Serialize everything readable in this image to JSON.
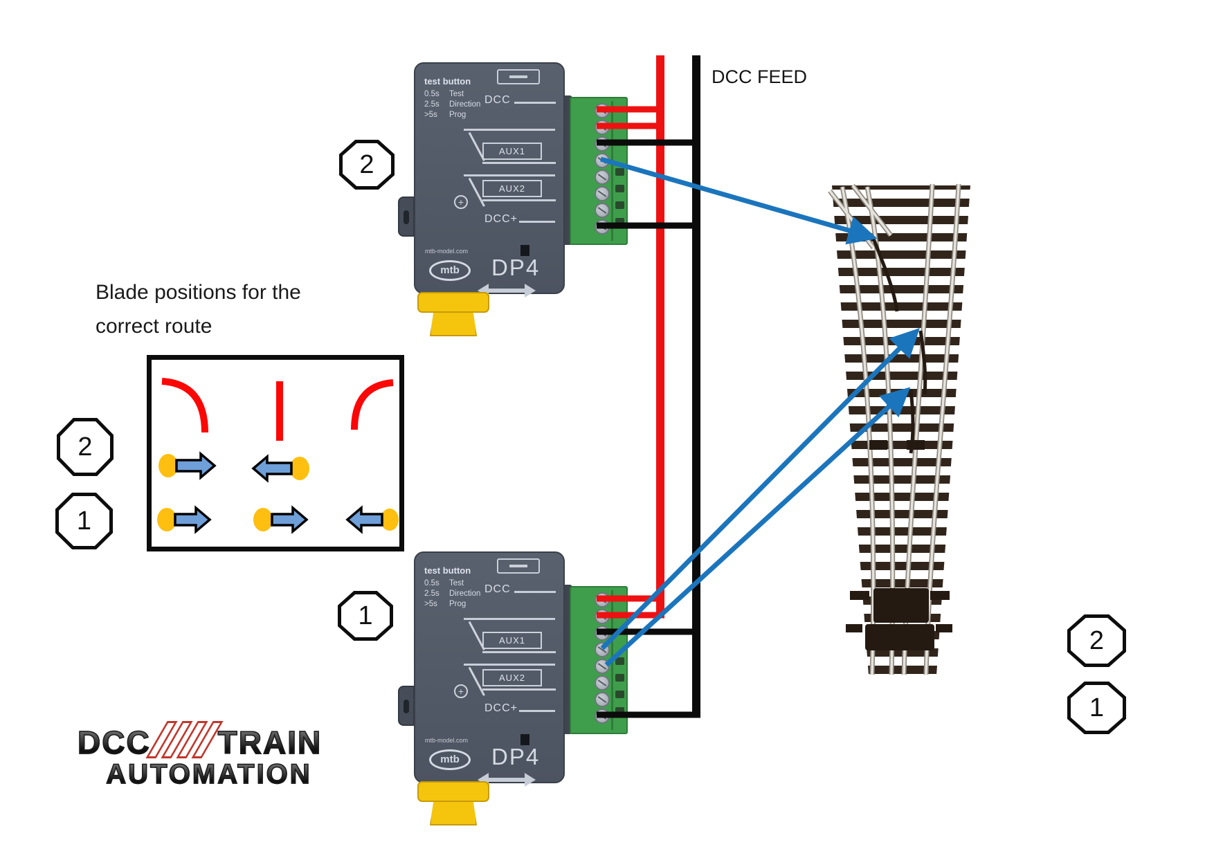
{
  "heading": {
    "line1": "Blade positions for the",
    "line2": "correct route"
  },
  "dcc_feed": {
    "label": "DCC FEED"
  },
  "module": {
    "test_button_title": "test button",
    "timing_1_time": "0.5s",
    "timing_1_action": "Test",
    "timing_2_time": "2.5s",
    "timing_2_action": "Direction",
    "timing_3_time": ">5s",
    "timing_3_action": "Prog",
    "dcc_label": "DCC",
    "aux1_label": "AUX1",
    "aux2_label": "AUX2",
    "dcc_plus_label": "DCC+",
    "website": "mtb-model.com",
    "brand": "mtb",
    "model": "DP4"
  },
  "badges": {
    "module_top": "2",
    "module_bottom": "1",
    "legend_row_top": "2",
    "legend_row_bottom": "1",
    "turnout_top": "2",
    "turnout_bottom": "1"
  },
  "logo": {
    "dcc": "DCC",
    "train": "TRAIN",
    "automation": "AUTOMATION"
  },
  "colors": {
    "wire_red": "#ee1111",
    "wire_black": "#0b0b0b",
    "wire_blue": "#1b75bc",
    "legend_red": "#fb0706",
    "dot_yellow": "#febf10",
    "arrow_blue_fill": "#6f9fd8",
    "module_body": "#59616e",
    "terminal_green": "#3f9e4c",
    "sleeper_brown": "#31251b",
    "rail_light": "#e6e3dc"
  }
}
